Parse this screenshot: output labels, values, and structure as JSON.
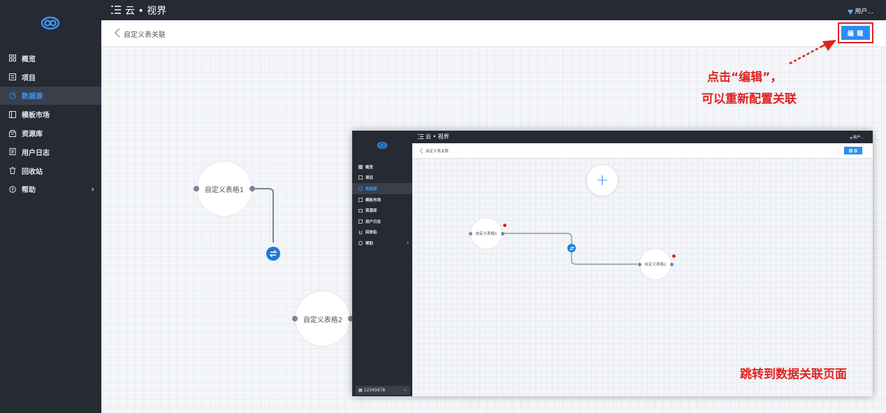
{
  "app": {
    "title": "云 • 视界",
    "user": "用户..."
  },
  "sidebar": {
    "items": [
      {
        "label": "概览",
        "icon": "grid-icon"
      },
      {
        "label": "项目",
        "icon": "list-icon"
      },
      {
        "label": "数据源",
        "icon": "gauge-icon",
        "active": true
      },
      {
        "label": "模板市场",
        "icon": "template-icon"
      },
      {
        "label": "资源库",
        "icon": "archive-icon"
      },
      {
        "label": "用户日志",
        "icon": "log-icon"
      },
      {
        "label": "回收站",
        "icon": "trash-icon"
      },
      {
        "label": "帮助",
        "icon": "help-icon",
        "has_submenu": true
      }
    ]
  },
  "page": {
    "title": "自定义表关联",
    "edit_label": "编 辑"
  },
  "canvas": {
    "node1_label": "自定义表格1",
    "node2_label": "自定义表格2"
  },
  "annotations": {
    "line1": "点击“编辑”，",
    "line2": "可以重新配置关联",
    "inset_caption": "跳转到数据关联页面"
  },
  "inset": {
    "title": "云 • 视界",
    "user": "用户...",
    "page_title": "自定义表关联",
    "save_label": "保 存",
    "add_symbol": "+",
    "account": "12345678",
    "node1_label": "自定义表格1",
    "node2_label": "自定义表格2",
    "nav": [
      "概览",
      "项目",
      "数据源",
      "模板市场",
      "资源库",
      "用户日志",
      "回收站",
      "帮助"
    ]
  },
  "colors": {
    "accent": "#2d8cf0",
    "sidebar_bg": "#262a33",
    "annotation": "#e0221f"
  }
}
